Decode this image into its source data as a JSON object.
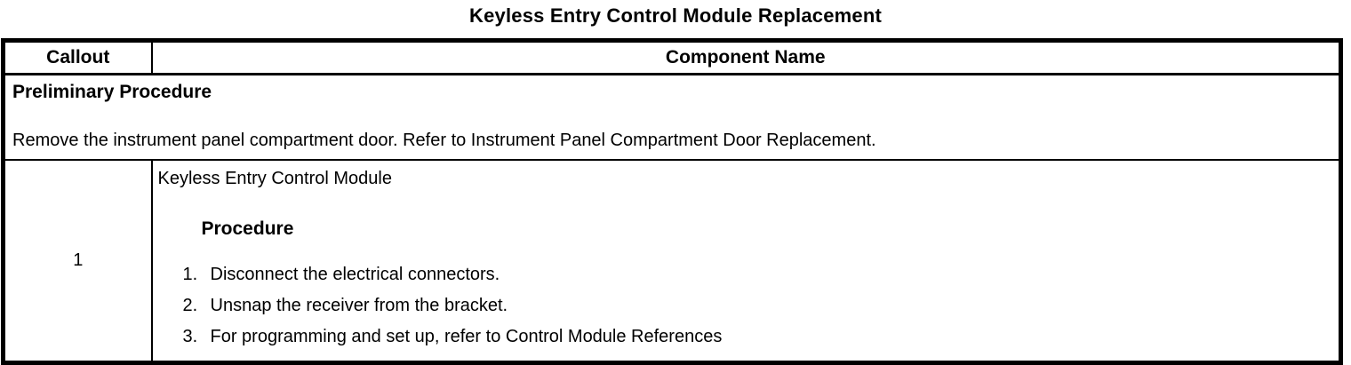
{
  "page_title": "Keyless Entry Control Module Replacement",
  "table": {
    "header": {
      "callout": "Callout",
      "component_name": "Component Name"
    },
    "preliminary": {
      "heading": "Preliminary Procedure",
      "body": "Remove the instrument panel compartment door. Refer to Instrument Panel Compartment Door Replacement."
    },
    "main_row": {
      "callout": "1",
      "component_name": "Keyless Entry Control Module",
      "procedure_heading": "Procedure",
      "steps": [
        {
          "num": "1.",
          "text": "Disconnect the electrical connectors."
        },
        {
          "num": "2.",
          "text": "Unsnap the receiver from the bracket."
        },
        {
          "num": "3.",
          "text": "For programming and set up, refer to Control Module References"
        }
      ]
    }
  },
  "colors": {
    "background": "#ffffff",
    "text": "#000000",
    "border": "#000000"
  }
}
